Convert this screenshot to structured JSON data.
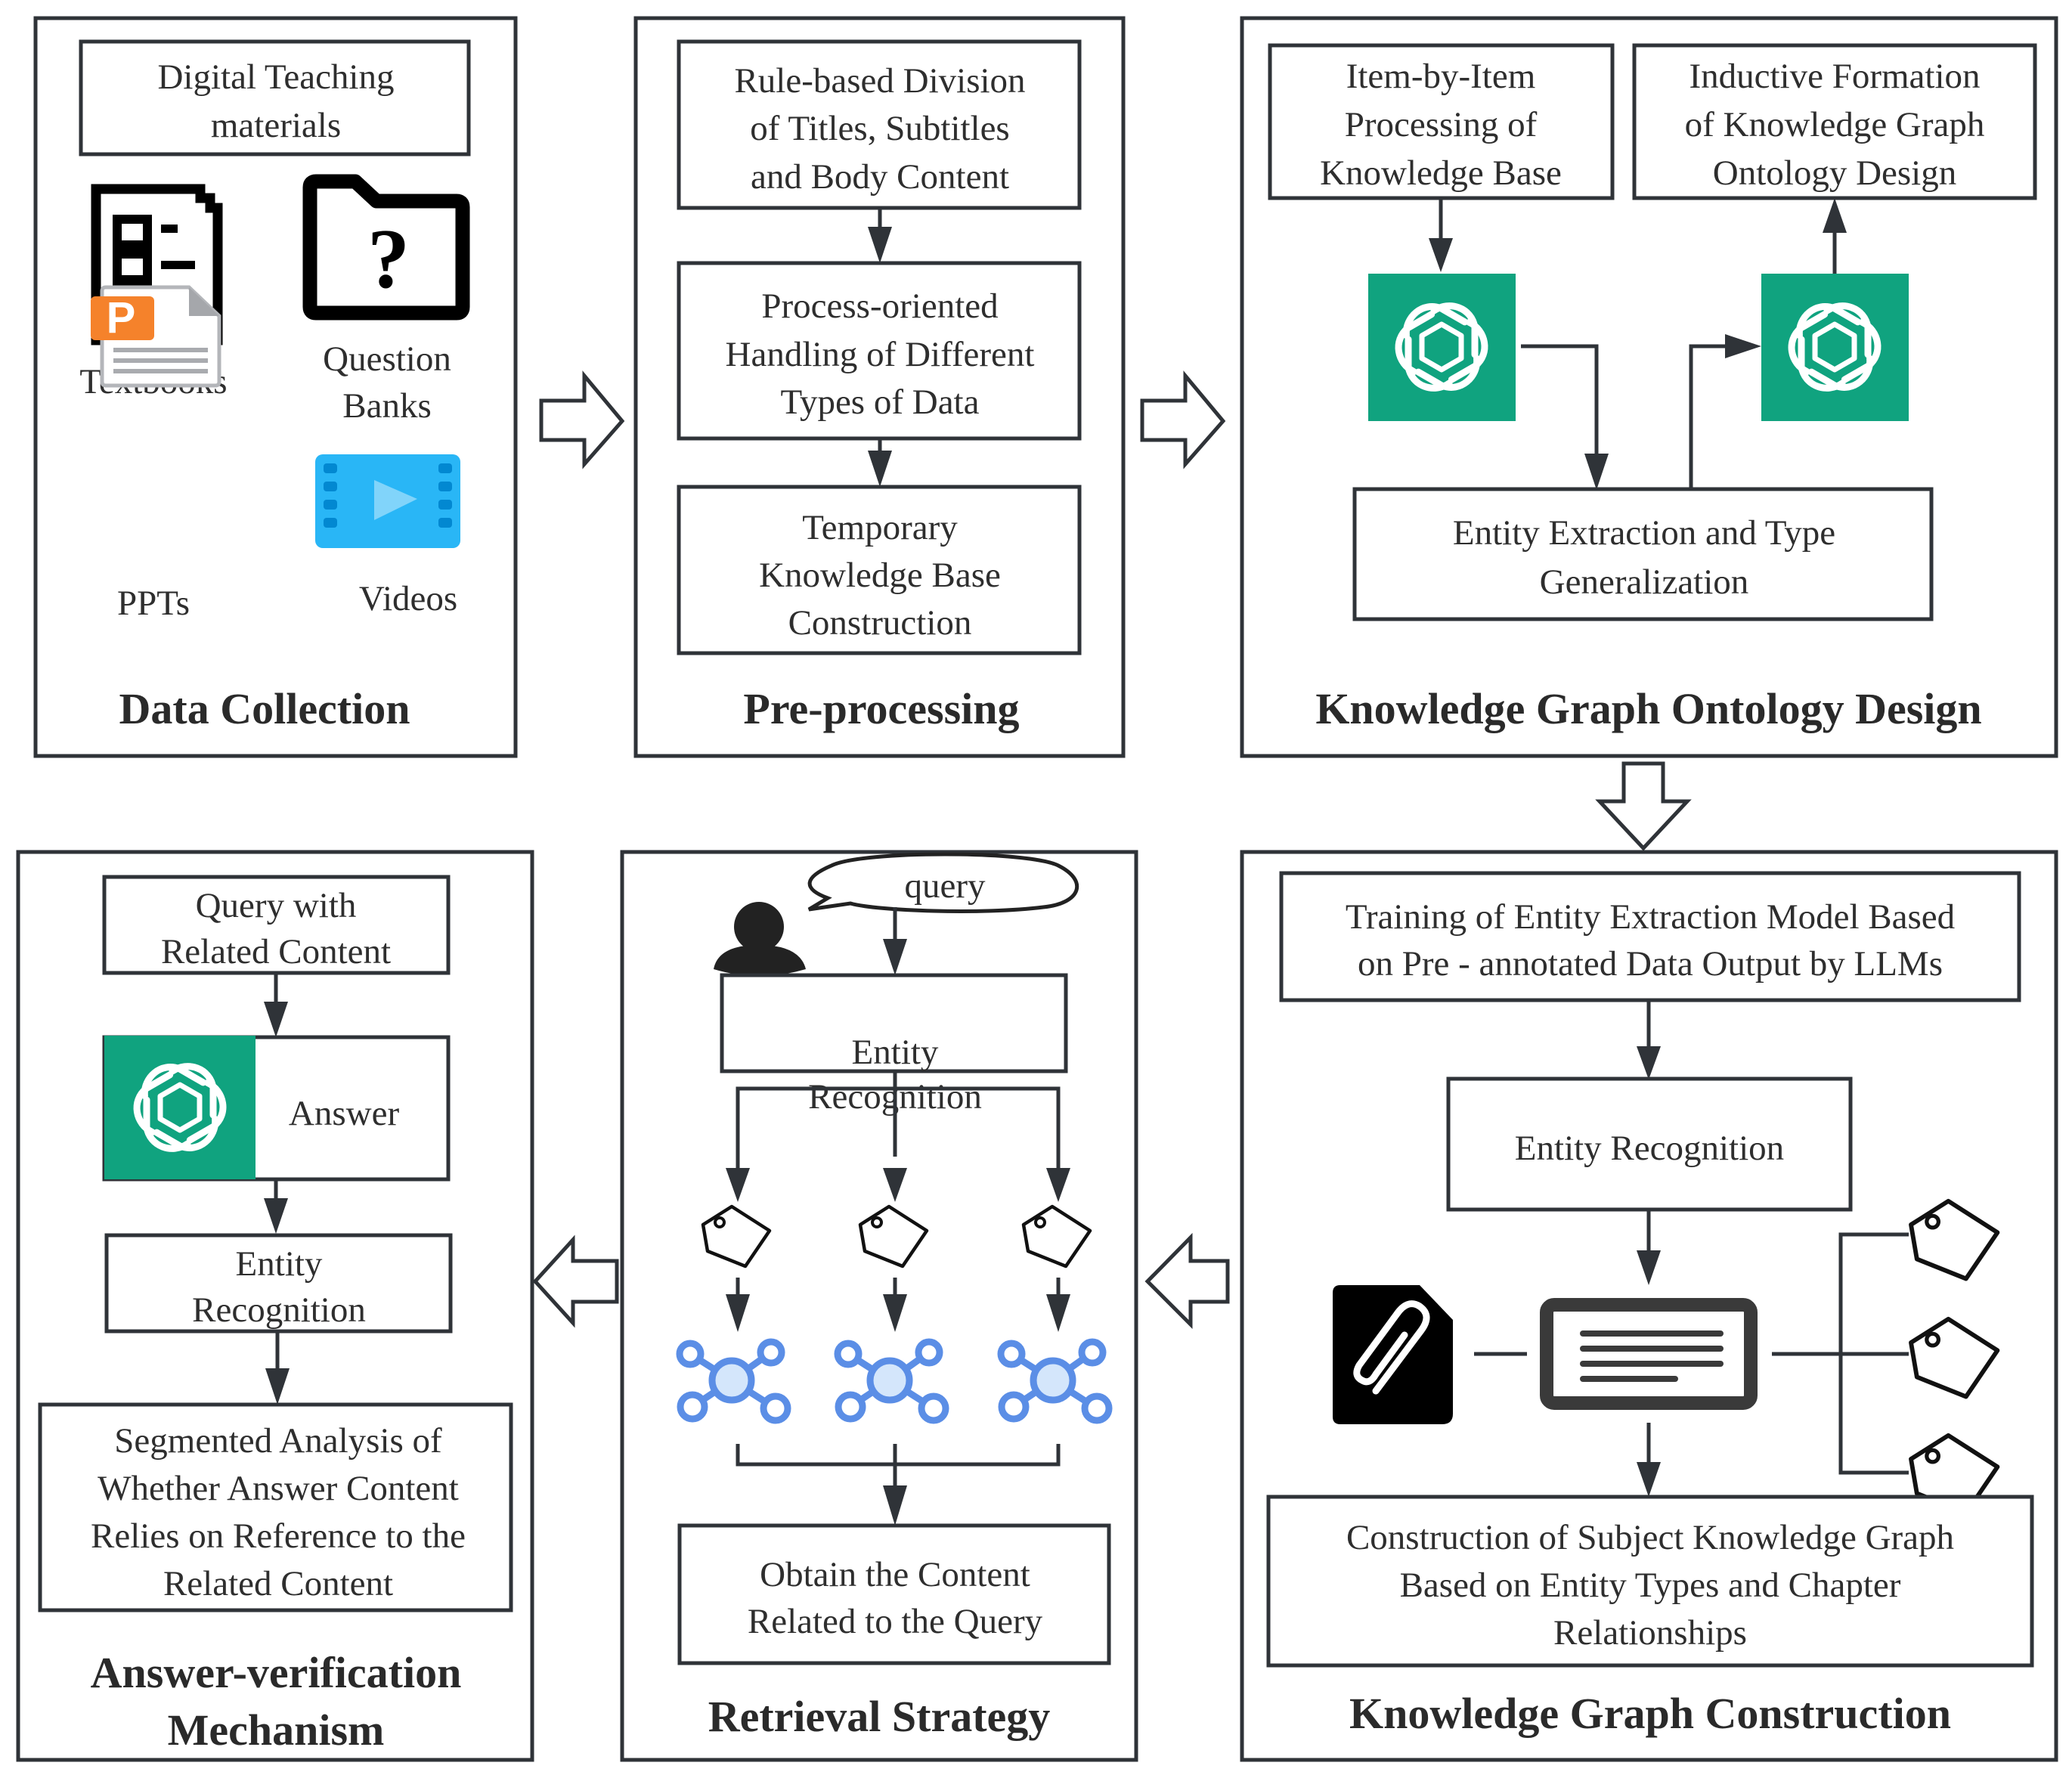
{
  "panels": {
    "data_collection": {
      "title": "Data Collection",
      "source_box": [
        "Digital Teaching",
        "materials"
      ],
      "items": [
        {
          "label": [
            "Textbooks"
          ],
          "icon": "checklist-document-icon"
        },
        {
          "label": [
            "Question",
            "Banks"
          ],
          "icon": "question-folder-icon"
        },
        {
          "label": [
            "PPTs"
          ],
          "icon": "powerpoint-file-icon"
        },
        {
          "label": [
            "Videos"
          ],
          "icon": "video-icon"
        }
      ]
    },
    "preprocessing": {
      "title": "Pre-processing",
      "steps": [
        [
          "Rule-based Division",
          "of Titles, Subtitles",
          "and Body Content"
        ],
        [
          "Process-oriented",
          "Handling of Different",
          "Types of Data"
        ],
        [
          "Temporary",
          "Knowledge Base",
          "Construction"
        ]
      ]
    },
    "ontology_design": {
      "title": "Knowledge Graph Ontology Design",
      "input_box": [
        "Item-by-Item",
        "Processing of",
        "Knowledge Base"
      ],
      "output_box": [
        "Inductive Formation",
        "of Knowledge Graph",
        "Ontology Design"
      ],
      "middle_box": [
        "Entity Extraction and Type",
        "Generalization"
      ],
      "llm_icon": "chatgpt-logo-icon"
    },
    "kg_construction": {
      "title": "Knowledge Graph Construction",
      "training_box": [
        "Training of Entity Extraction Model Based",
        "on Pre - annotated Data Output by LLMs"
      ],
      "recognition_box": [
        "Entity Recognition"
      ],
      "output_box": [
        "Construction of Subject Knowledge Graph",
        "Based on Entity Types and Chapter",
        "Relationships"
      ]
    },
    "retrieval": {
      "title": "Retrieval Strategy",
      "query_bubble": "query",
      "recognition_box": [
        "Entity",
        "Recognition"
      ],
      "result_box": [
        "Obtain the Content",
        "Related to the Query"
      ]
    },
    "answer_verification": {
      "title": [
        "Answer-verification",
        "Mechanism"
      ],
      "query_box": [
        "Query with",
        "Related Content"
      ],
      "answer_label": "Answer",
      "recognition_box": [
        "Entity",
        "Recognition"
      ],
      "analysis_box": [
        "Segmented Analysis of",
        "Whether Answer Content",
        "Relies on Reference to the",
        "Related Content"
      ]
    }
  },
  "colors": {
    "llm_green": "#10a37f",
    "ppt_orange": "#f5822b",
    "video_blue": "#29b6f6",
    "network_blue": "#5b8ee6",
    "stroke": "#2f3338"
  }
}
